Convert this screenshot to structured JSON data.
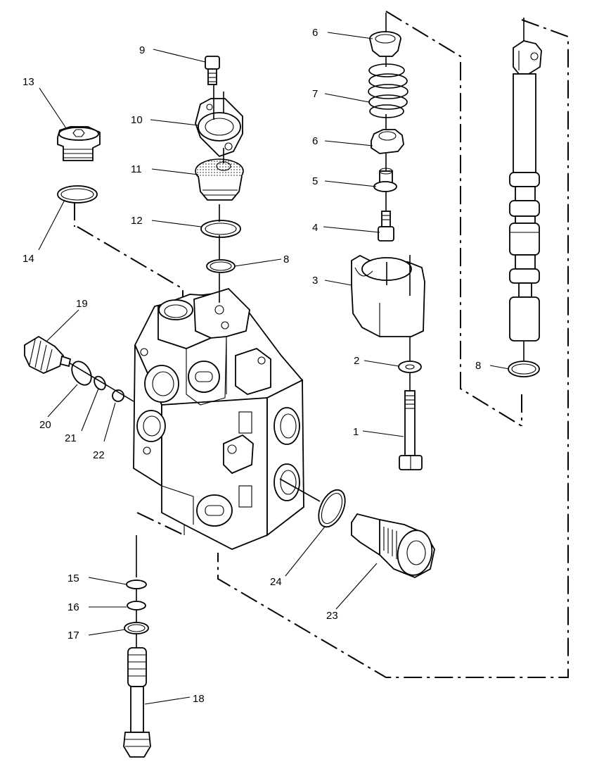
{
  "labels": {
    "p1": "1",
    "p2": "2",
    "p3": "3",
    "p4": "4",
    "p5": "5",
    "p6a": "6",
    "p6b": "6",
    "p7": "7",
    "p8a": "8",
    "p8b": "8",
    "p9": "9",
    "p10": "10",
    "p11": "11",
    "p12": "12",
    "p13": "13",
    "p14": "14",
    "p15": "15",
    "p16": "16",
    "p17": "17",
    "p18": "18",
    "p19": "19",
    "p20": "20",
    "p21": "21",
    "p22": "22",
    "p23": "23",
    "p24": "24"
  }
}
